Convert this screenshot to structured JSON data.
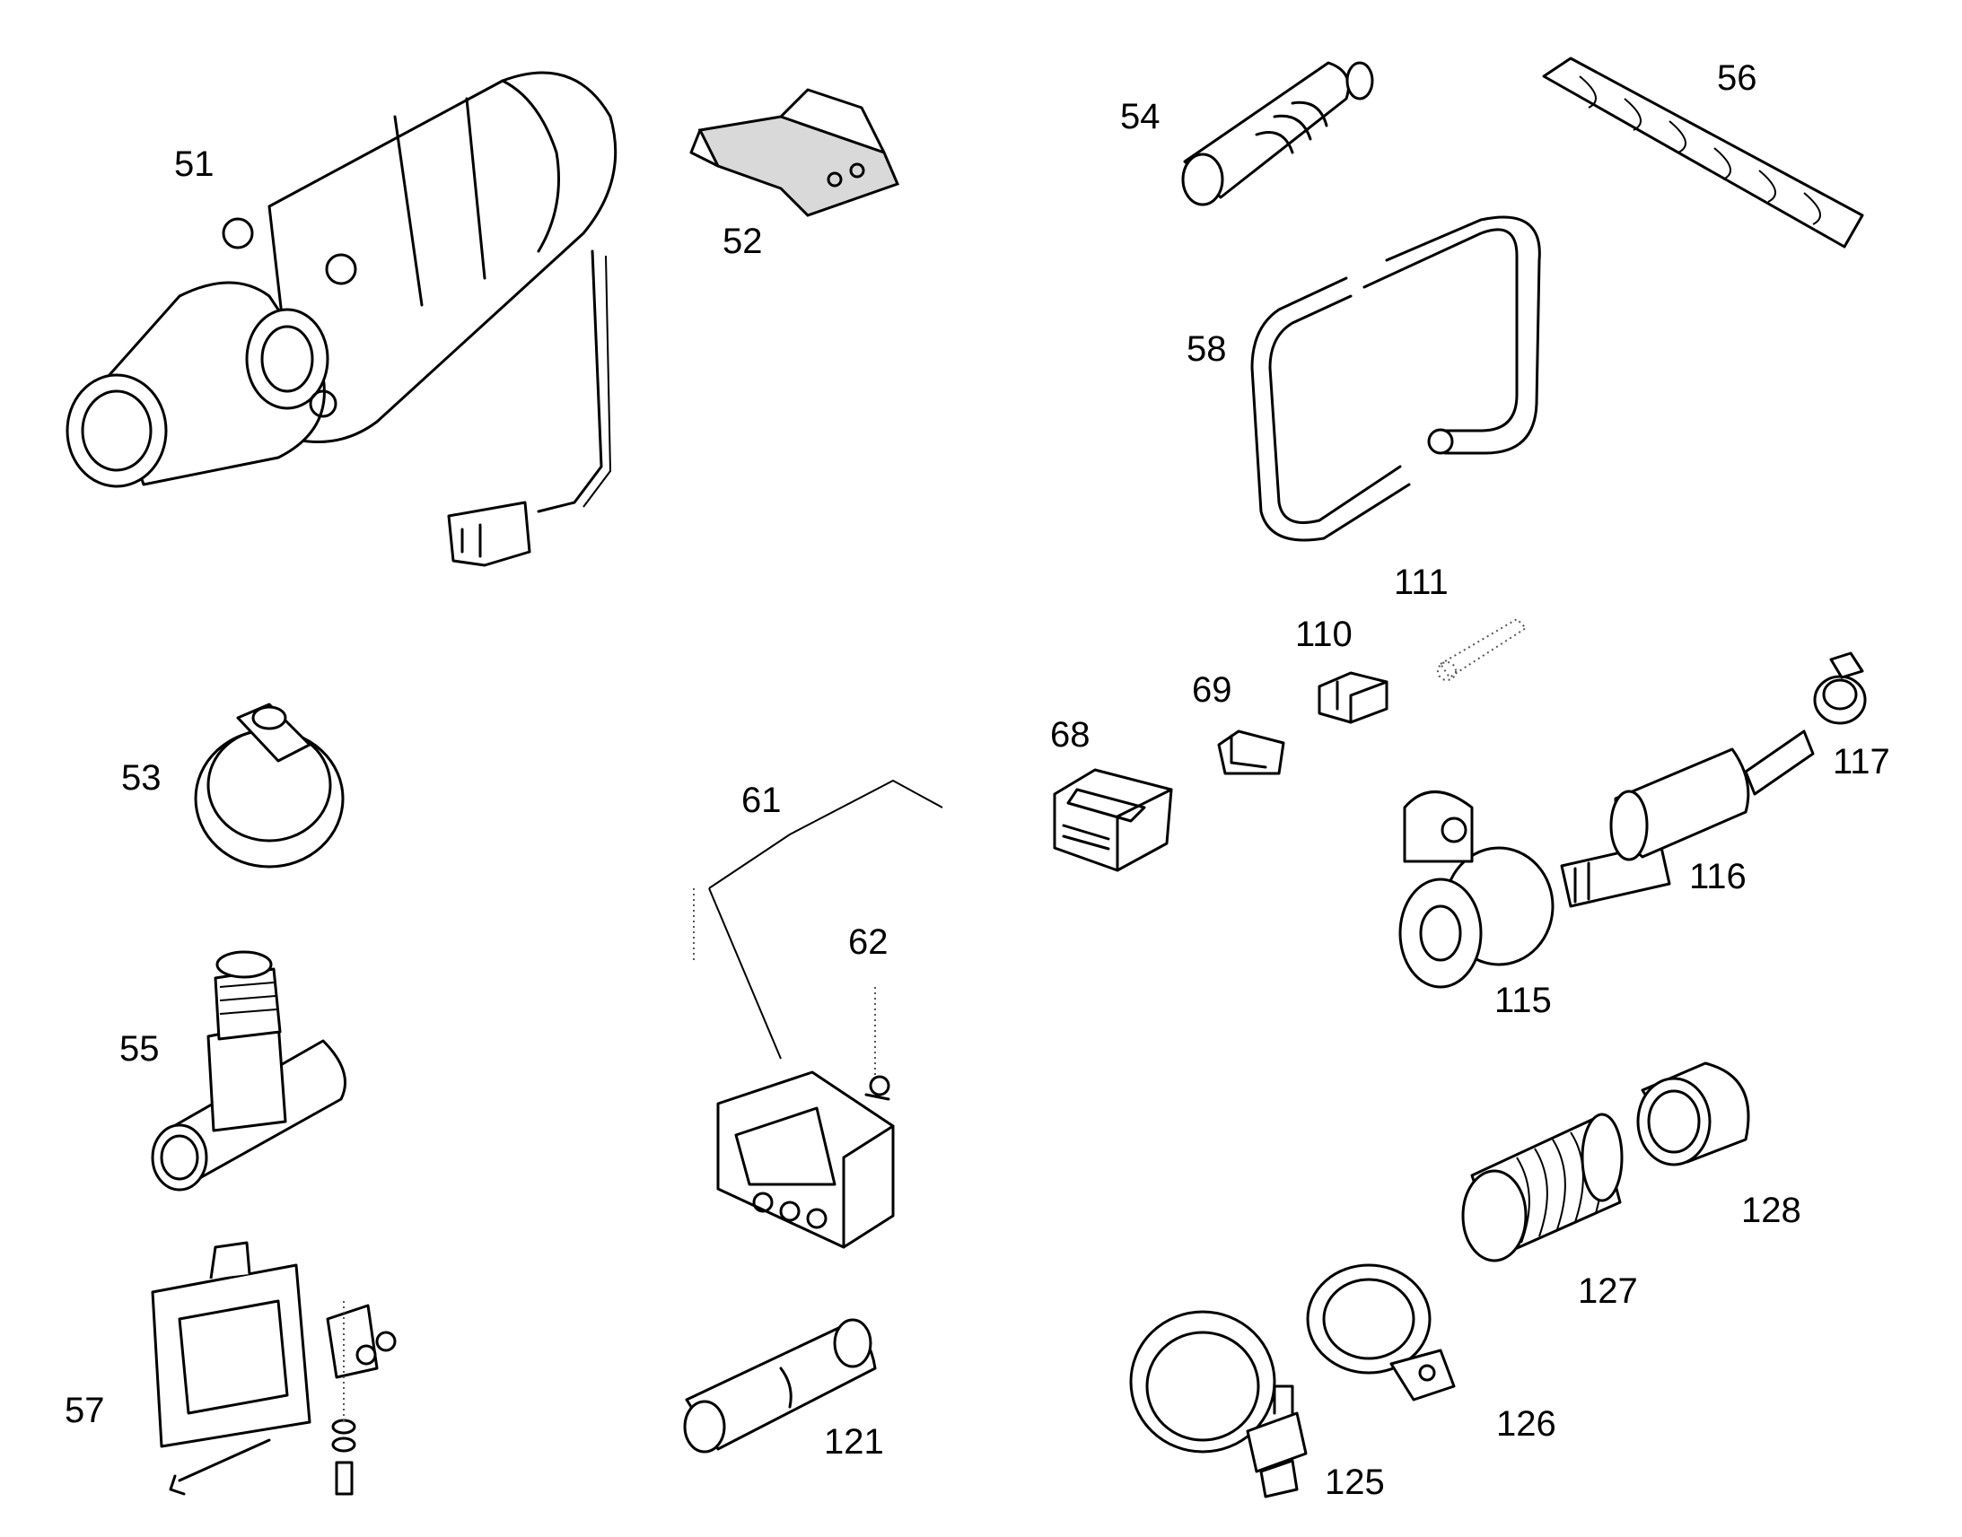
{
  "diagram": {
    "parts": [
      {
        "id": "51",
        "label": "51",
        "icon": "circulation-pump-icon"
      },
      {
        "id": "52",
        "label": "52",
        "icon": "mounting-bracket-icon"
      },
      {
        "id": "53",
        "label": "53",
        "icon": "hose-clamp-icon"
      },
      {
        "id": "54",
        "label": "54",
        "icon": "hose-connector-icon"
      },
      {
        "id": "55",
        "label": "55",
        "icon": "t-piece-icon"
      },
      {
        "id": "56",
        "label": "56",
        "icon": "protective-sleeve-icon"
      },
      {
        "id": "57",
        "label": "57",
        "icon": "mounting-frame-kit-icon"
      },
      {
        "id": "58",
        "label": "58",
        "icon": "bent-hose-icon"
      },
      {
        "id": "61",
        "label": "61",
        "icon": "cable-harness-icon"
      },
      {
        "id": "62",
        "label": "62",
        "icon": "screw-icon"
      },
      {
        "id": "68",
        "label": "68",
        "icon": "connector-housing-icon"
      },
      {
        "id": "69",
        "label": "69",
        "icon": "connector-insert-icon"
      },
      {
        "id": "110",
        "label": "110",
        "icon": "connector-block-icon"
      },
      {
        "id": "111",
        "label": "111",
        "icon": "terminal-contact-icon"
      },
      {
        "id": "115",
        "label": "115",
        "icon": "pipe-clip-icon"
      },
      {
        "id": "116",
        "label": "116",
        "icon": "fuel-filter-icon"
      },
      {
        "id": "117",
        "label": "117",
        "icon": "small-hose-clamp-icon"
      },
      {
        "id": "121",
        "label": "121",
        "icon": "pipe-plug-icon"
      },
      {
        "id": "125",
        "label": "125",
        "icon": "exhaust-clamp-icon"
      },
      {
        "id": "126",
        "label": "126",
        "icon": "pipe-bracket-icon"
      },
      {
        "id": "127",
        "label": "127",
        "icon": "flexible-exhaust-pipe-icon"
      },
      {
        "id": "128",
        "label": "128",
        "icon": "end-sleeve-icon"
      }
    ]
  },
  "controller": {
    "icon": "control-unit-icon"
  }
}
